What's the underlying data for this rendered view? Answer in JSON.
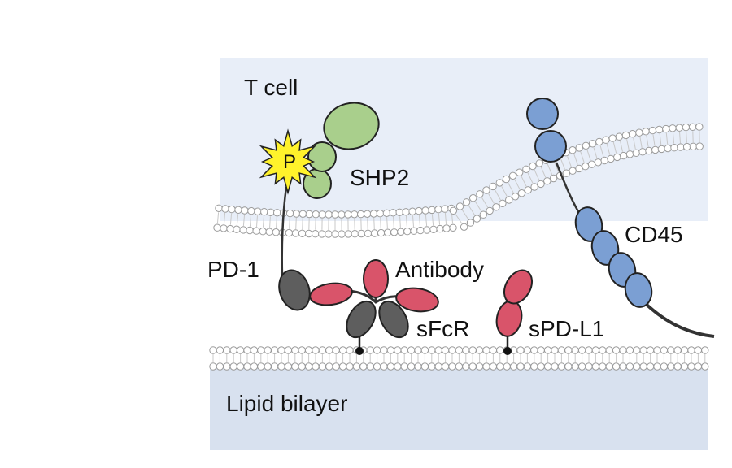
{
  "labels": {
    "t_cell": "T cell",
    "shp2": "SHP2",
    "phospho": "P",
    "pd1": "PD-1",
    "antibody": "Antibody",
    "sfcr": "sFcR",
    "spdl1": "sPD-L1",
    "cd45": "CD45",
    "lipid_bilayer": "Lipid bilayer"
  },
  "colors": {
    "t_cell_bg": "#e8eef8",
    "bilayer_bg": "#d8e1ef",
    "shp2": "#a9cf8c",
    "pd1": "#5e5e5e",
    "antibody": "#d9546a",
    "sfcr": "#5e5e5e",
    "spdl1": "#d9546a",
    "cd45": "#7b9fd3",
    "phospho_star": "#fff22b"
  }
}
